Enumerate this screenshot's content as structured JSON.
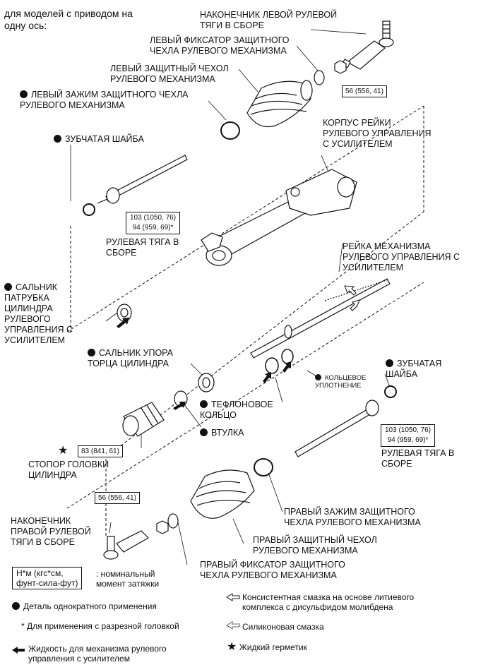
{
  "header": "для моделей с приводом на\nодну ось:",
  "labels": {
    "left_tie_rod_end": "НАКОНЕЧНИК ЛЕВОЙ РУЛЕВОЙ\nТЯГИ В СБОРЕ",
    "left_boot_clip": "ЛЕВЫЙ ФИКСАТОР ЗАЩИТНОГО\nЧЕХЛА РУЛЕВОГО МЕХАНИЗМА",
    "left_boot": "ЛЕВЫЙ ЗАЩИТНЫЙ ЧЕХОЛ\nРУЛЕВОГО МЕХАНИЗМА",
    "left_boot_clamp": "ЛЕВЫЙ ЗАЖИМ ЗАЩИТНОГО ЧЕХЛА\nРУЛЕВОГО МЕХАНИЗМА",
    "claw_washer_left": "ЗУБЧАТАЯ ШАЙБА",
    "rack_housing": "КОРПУС РЕЙКИ\nРУЛЕВОГО УПРАВЛЕНИЯ\nС УСИЛИТЕЛЕМ",
    "tie_rod_left": "РУЛЕВАЯ ТЯГА В\nСБОРЕ",
    "rack": "РЕЙКА МЕХАНИЗМА\nРУЛЕВОГО УПРАВЛЕНИЯ С\nУСИЛИТЕЛЕМ",
    "cylinder_oil_seal": "САЛЬНИК\nПАТРУБКА\nЦИЛИНДРА\nРУЛЕВОГО\nУПРАВЛЕНИЯ С\nУСИЛИТЕЛЕМ",
    "cylinder_end_seal": "САЛЬНИК УПОРА\nТОРЦА ЦИЛИНДРА",
    "o_ring": "КОЛЬЦЕВОЕ\nУПЛОТНЕНИЕ",
    "claw_washer_right": "ЗУБЧАТАЯ\nШАЙБА",
    "teflon_ring": "ТЕФЛОНОВОЕ\nКОЛЬЦО",
    "bushing": "ВТУЛКА",
    "tie_rod_right": "РУЛЕВАЯ ТЯГА В\nСБОРЕ",
    "cylinder_end_stopper": "СТОПОР ГОЛОВКИ\nЦИЛИНДРА",
    "right_tie_rod_end": "НАКОНЕЧНИК\nПРАВОЙ РУЛЕВОЙ\nТЯГИ В СБОРЕ",
    "right_boot_clamp": "ПРАВЫЙ ЗАЖИМ ЗАЩИТНОГО\nЧЕХЛА РУЛЕВОГО МЕХАНИЗМА",
    "right_boot": "ПРАВЫЙ ЗАЩИТНЫЙ ЧЕХОЛ\nРУЛЕВОГО МЕХАНИЗМА",
    "right_boot_clip": "ПРАВЫЙ ФИКСАТОР ЗАЩИТНОГО\nЧЕХЛА РУЛЕВОГО МЕХАНИЗМА"
  },
  "torque": {
    "tie_rod_end_nut_left": "56 (556, 41)",
    "tie_rod_left": "103 (1050, 76)\n94 (959, 69)*",
    "tie_rod_right": "103 (1050, 76)\n94 (959, 69)*",
    "cylinder_end_stopper": "83 (841, 61)",
    "tie_rod_end_nut_right": "56 (556, 41)"
  },
  "legend": {
    "unit_box": "Н*м (кгс*см,\nфунт-сила-фут)",
    "unit_text": ": номинальный\nмомент затяжки",
    "non_reusable": "Деталь однократного применения",
    "split_head_note": "* Для применения с разрезной головкой",
    "ps_fluid": "Жидкость для механизма рулевого\nуправления с усилителем",
    "grease": "Консистентная смазка на основе литиевого\nкомплекса с дисульфидом молибдена",
    "silicone_grease": "Силиконовая смазка",
    "sealant": "Жидкий герметик"
  },
  "colors": {
    "line": "#111111",
    "paper": "#ffffff"
  }
}
